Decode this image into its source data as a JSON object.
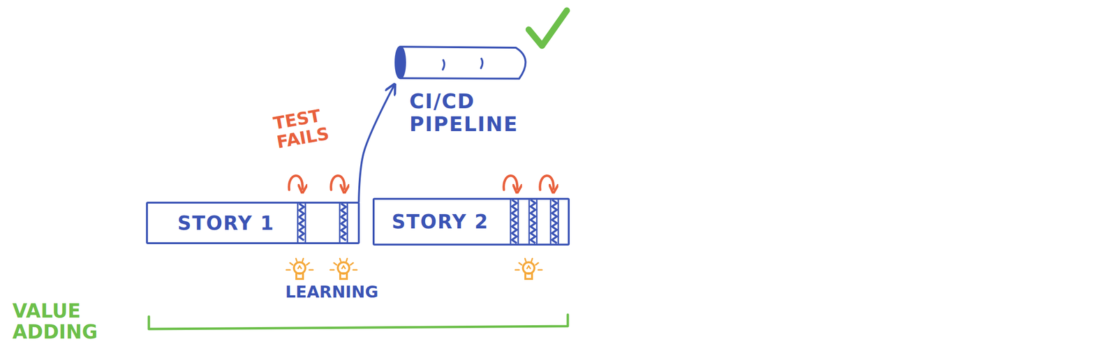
{
  "diagram": {
    "nodes": [
      {
        "text": [
          "STORY 1"
        ]
      },
      {
        "text": [
          "STORY 2"
        ]
      },
      {
        "text": [
          "CI/CD PIPELINE"
        ]
      }
    ],
    "edges": [
      {
        "from": 0,
        "to": 2,
        "arrow": "to"
      }
    ],
    "labels": [
      "TEST FAILS",
      "LEARNING",
      "VALUE ADDING"
    ]
  }
}
